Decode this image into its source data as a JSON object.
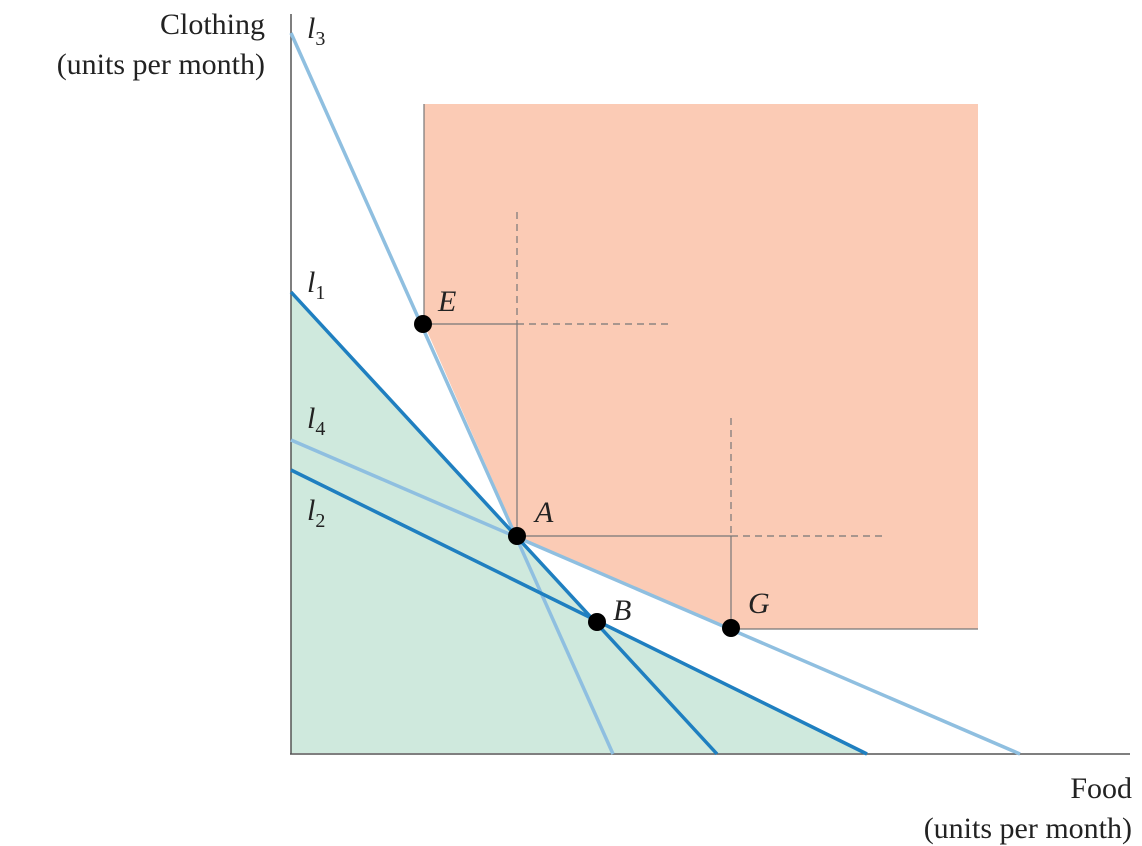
{
  "axes": {
    "y_title_line1": "Clothing",
    "y_title_line2": "(units per month)",
    "x_title_line1": "Food",
    "x_title_line2": "(units per month)"
  },
  "lines": [
    {
      "id": "l1",
      "name": "l",
      "sub": "1"
    },
    {
      "id": "l2",
      "name": "l",
      "sub": "2"
    },
    {
      "id": "l3",
      "name": "l",
      "sub": "3"
    },
    {
      "id": "l4",
      "name": "l",
      "sub": "4"
    }
  ],
  "points": [
    {
      "id": "A",
      "label": "A"
    },
    {
      "id": "B",
      "label": "B"
    },
    {
      "id": "E",
      "label": "E"
    },
    {
      "id": "G",
      "label": "G"
    }
  ],
  "colors": {
    "preferred_region": "#fbcbb5",
    "feasible_region": "#cfe9dd",
    "dark_line": "#1f7fc0",
    "light_line": "#8fbfe0",
    "axis": "#555555",
    "guide": "#777777",
    "point": "#000000"
  }
}
